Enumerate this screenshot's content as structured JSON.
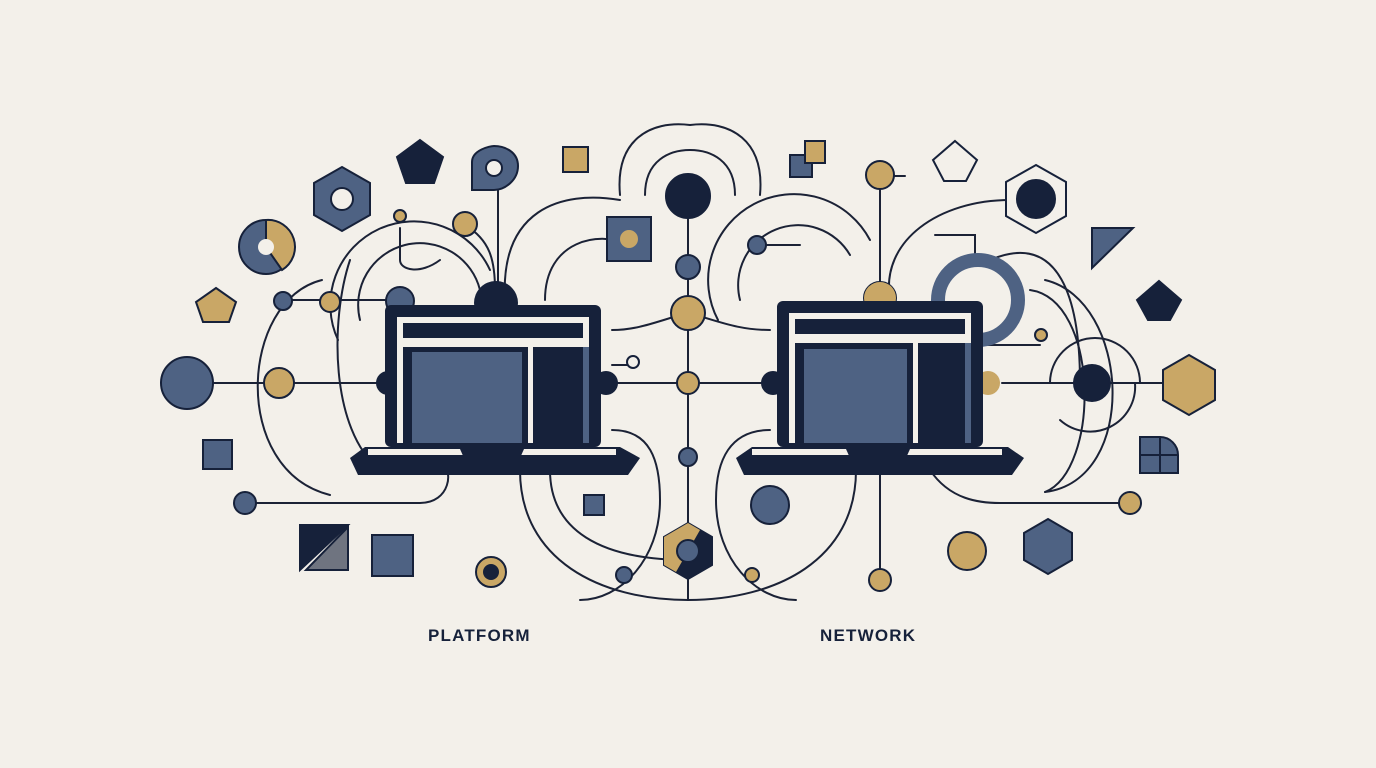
{
  "labels": {
    "left": "PLATFORM",
    "right": "NETWORK"
  },
  "colors": {
    "background": "#f3f0ea",
    "navy": "#16213a",
    "slate": "#4e6283",
    "gold": "#c9a766",
    "gray": "#6f7480",
    "line": "#1b2236"
  },
  "icons": [
    "laptop-icon",
    "laptop-icon",
    "hexagon-icon",
    "pentagon-icon",
    "square-icon",
    "triangle-icon",
    "circle-node"
  ]
}
